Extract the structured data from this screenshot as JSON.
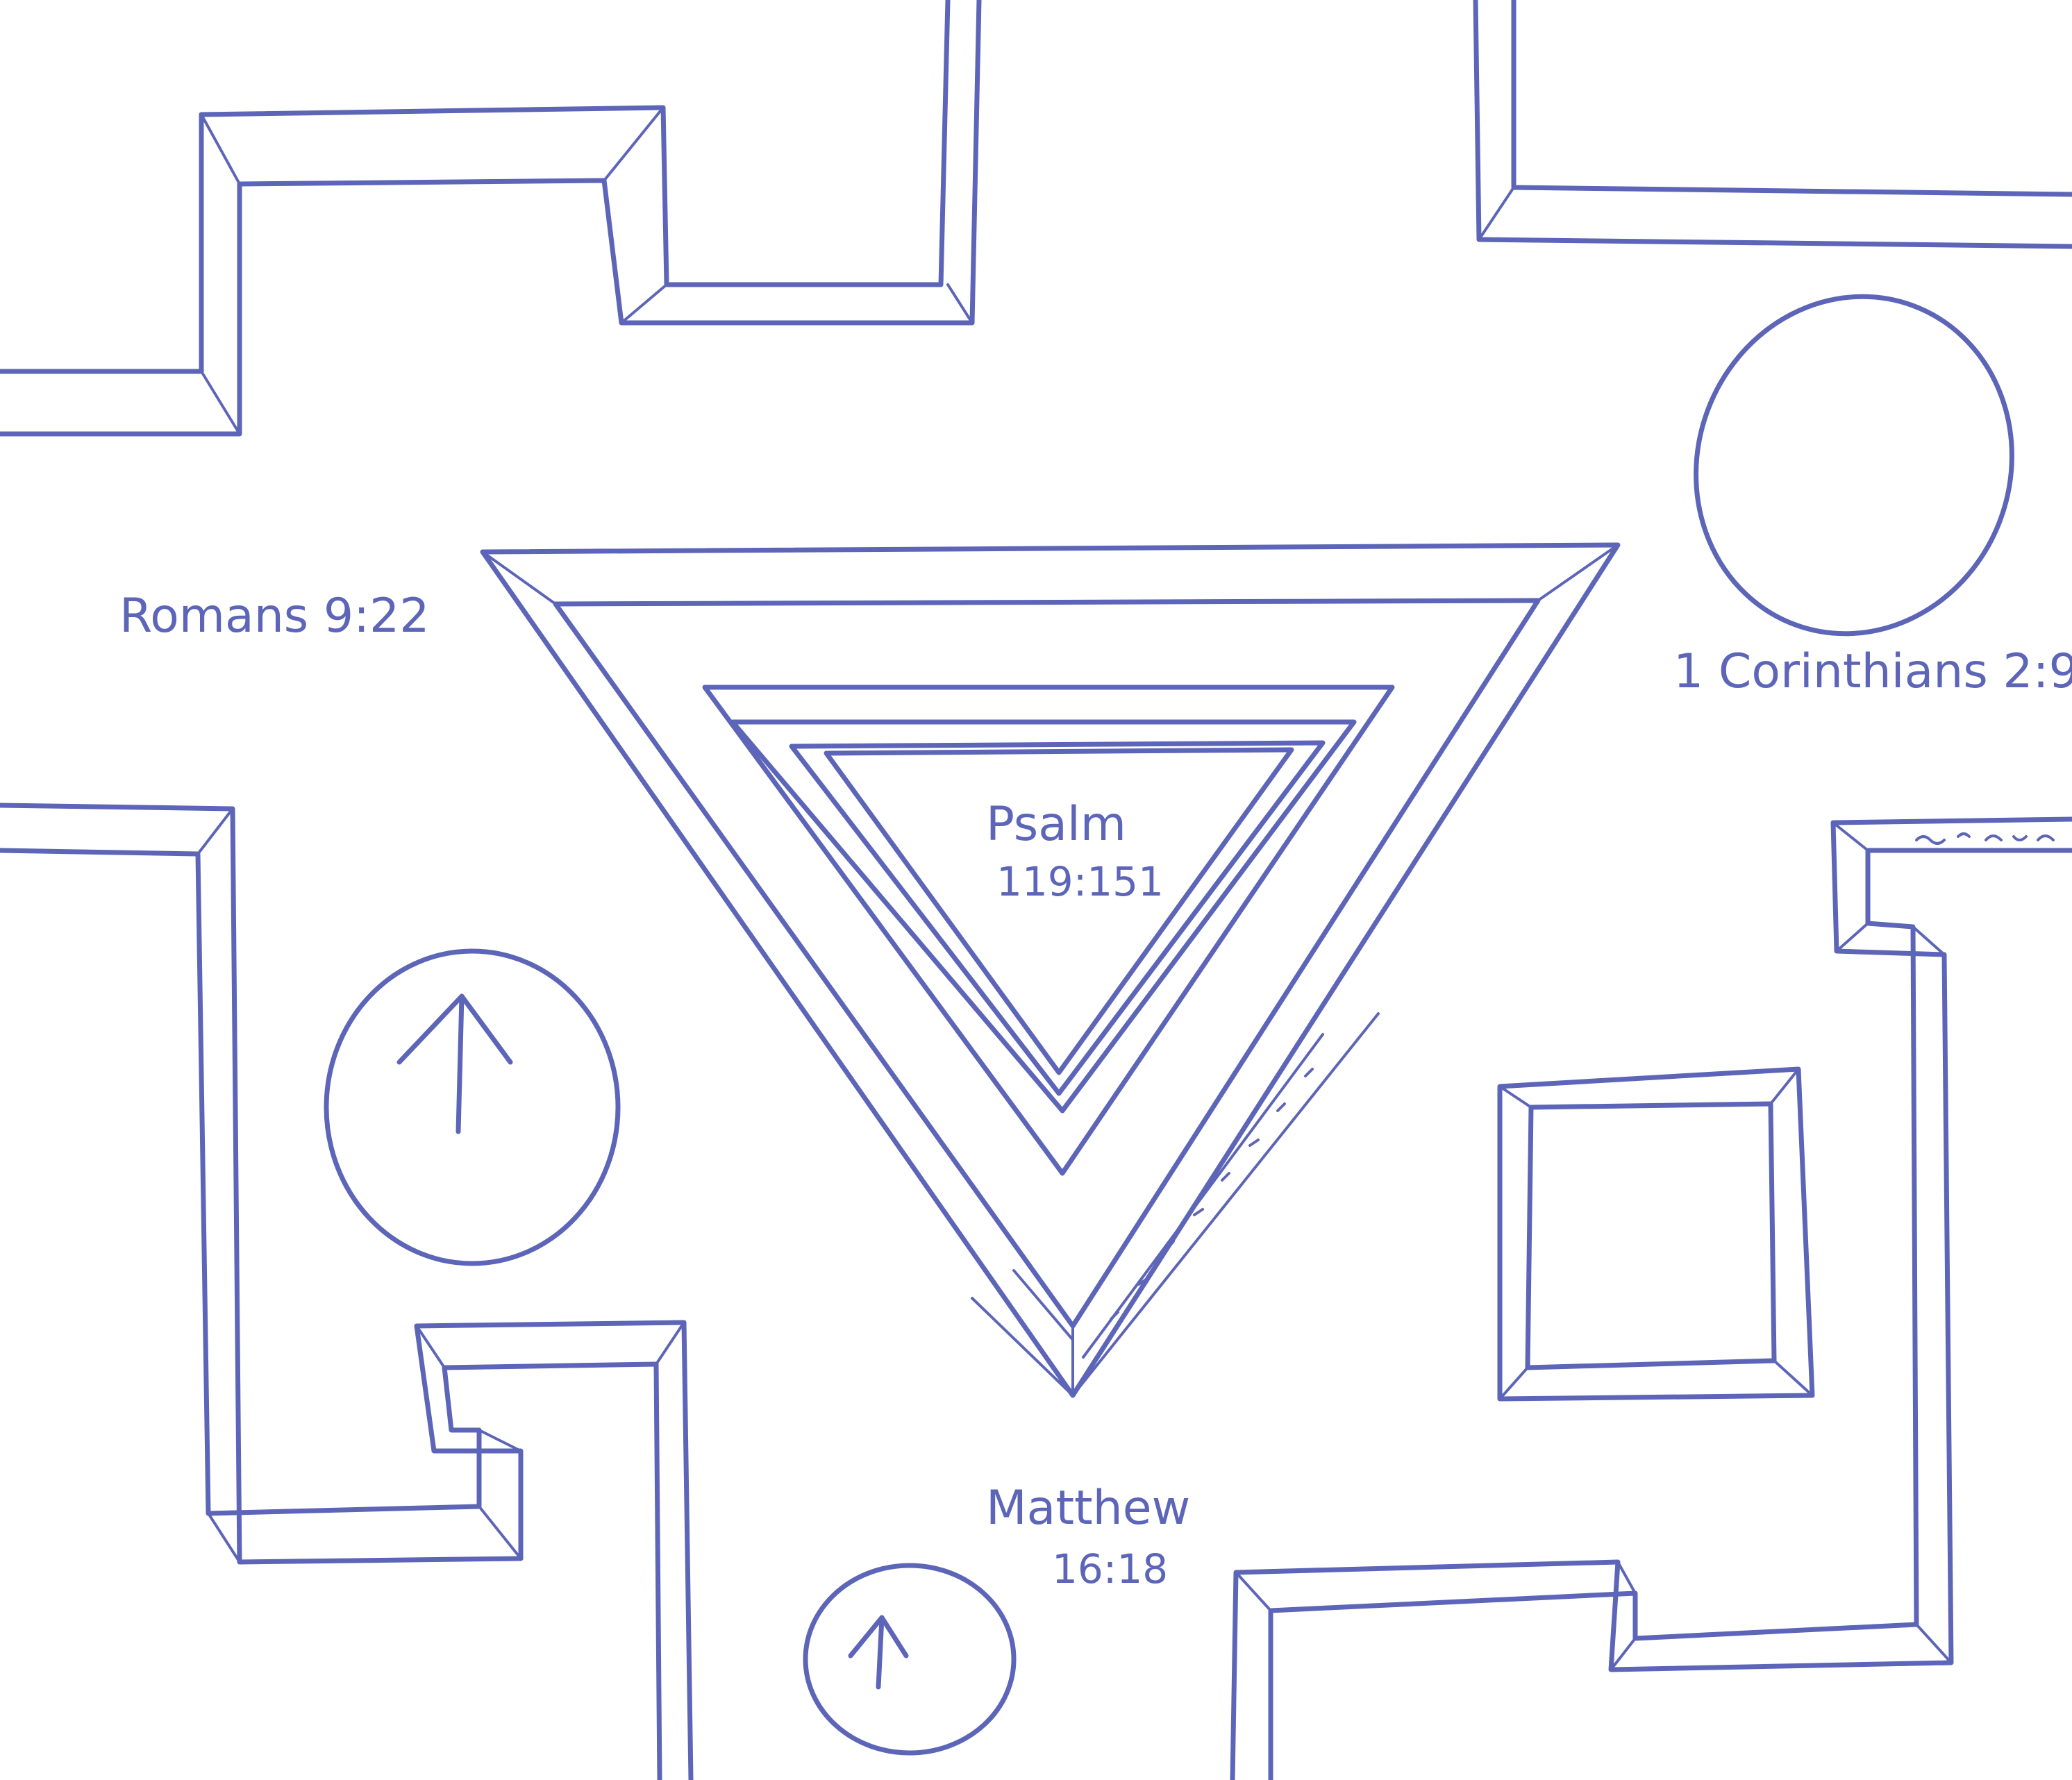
{
  "colors": {
    "ink": "#5d65b8",
    "background": "#ffffff"
  },
  "labels": {
    "romans": "Romans 9:22",
    "corinthians": "1 Corinthians 2:9",
    "psalm_line1": "Psalm",
    "psalm_line2": "119:151",
    "matthew_line1": "Matthew",
    "matthew_line2": "16:18"
  },
  "icons": {
    "arrow_large": "up-arrow-icon",
    "arrow_small": "up-arrow-icon"
  }
}
